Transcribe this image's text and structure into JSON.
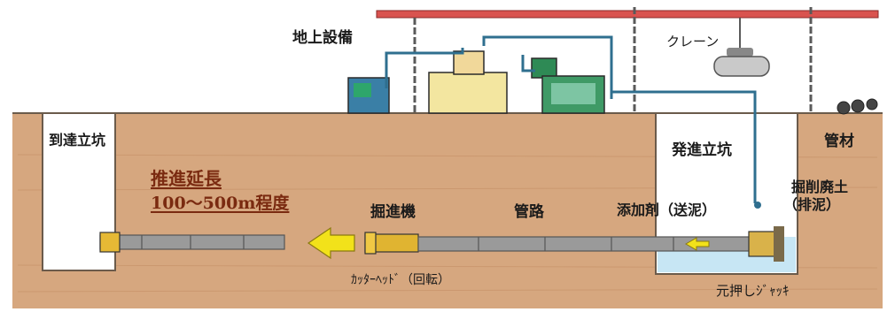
{
  "labels": {
    "ground_equipment": "地上設備",
    "crane": "クレーン",
    "arrival_shaft": "到達立坑",
    "launch_shaft": "発進立坑",
    "pipe_material": "管材",
    "push_length_line1": "推進延長",
    "push_length_line2": "100～500m程度",
    "tunneling_machine": "掘進機",
    "pipeline": "管路",
    "additive": "添加剤（送泥）",
    "excavated_soil_line1": "掘削廃土",
    "excavated_soil_line2": "（排泥）",
    "cutter_head": "ｶｯﾀｰﾍｯﾄﾞ（回転）",
    "main_jack": "元押しｼﾞｬｯｷ"
  },
  "colors": {
    "soil": "#d4a57e",
    "surface_band": "#c99a72",
    "shaft": "#ffffff",
    "rail": "#d9534f",
    "hose": "#2f6f8f",
    "arrow": "#f2e21a",
    "water": "#bfe3f2"
  }
}
